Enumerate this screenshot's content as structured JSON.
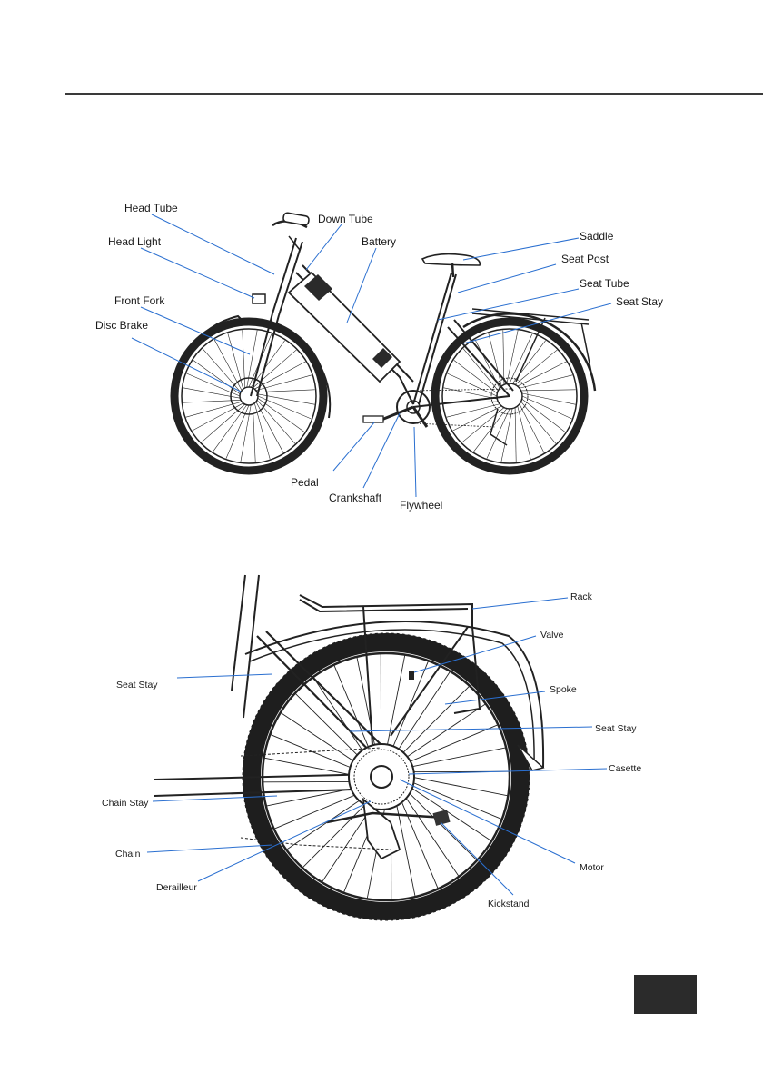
{
  "colors": {
    "leader": "#2a6fd0",
    "line": "#222222",
    "tab": "#2b2b2b"
  },
  "top_diagram": {
    "labels": {
      "head_tube": "Head Tube",
      "down_tube": "Down Tube",
      "head_light": "Head Light",
      "battery": "Battery",
      "saddle": "Saddle",
      "seat_post": "Seat Post",
      "seat_tube": "Seat Tube",
      "seat_stay": "Seat Stay",
      "front_fork": "Front Fork",
      "disc_brake": "Disc Brake",
      "pedal": "Pedal",
      "crankshaft": "Crankshaft",
      "flywheel": "Flywheel"
    }
  },
  "bottom_diagram": {
    "labels": {
      "rack": "Rack",
      "valve": "Valve",
      "seat_stay": "Seat Stay",
      "spoke": "Spoke",
      "seat_stay_2": "Seat Stay",
      "casette": "Casette",
      "chain_stay": "Chain Stay",
      "chain": "Chain",
      "motor": "Motor",
      "derailleur": "Derailleur",
      "kickstand": "Kickstand"
    }
  }
}
